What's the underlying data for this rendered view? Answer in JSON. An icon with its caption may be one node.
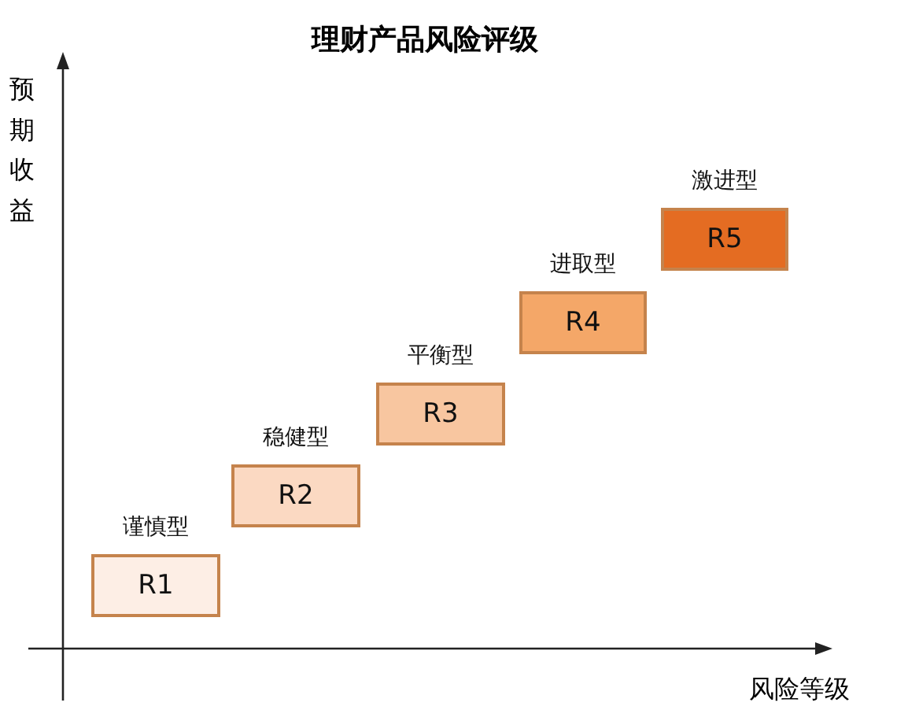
{
  "diagram": {
    "title": "理财产品风险评级",
    "nodes": [
      {
        "text": [
          "R1"
        ],
        "beside": [
          "谨慎型"
        ]
      },
      {
        "text": [
          "R2"
        ],
        "beside": [
          "稳健型"
        ]
      },
      {
        "text": [
          "R3"
        ],
        "beside": [
          "平衡型"
        ]
      },
      {
        "text": [
          "R4"
        ],
        "beside": [
          "进取型"
        ]
      },
      {
        "text": [
          "R5"
        ],
        "beside": [
          "激进型"
        ]
      }
    ],
    "labels": [
      "预期收益",
      "风险等级"
    ]
  }
}
